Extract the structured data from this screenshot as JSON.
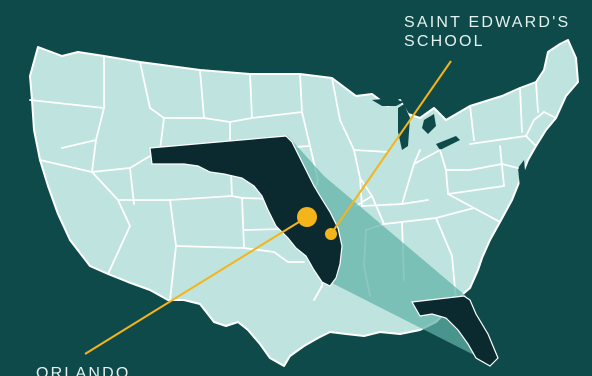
{
  "labels": {
    "school_line1": "SAINT EDWARD'S",
    "school_line2": "SCHOOL",
    "city": "ORLANDO"
  },
  "colors": {
    "ocean": "#0f4a4a",
    "land": "#bfe3df",
    "borders": "#ffffff",
    "florida_highlight": "#0b2a30",
    "projection": "#5fb3a8",
    "marker": "#f4b41a",
    "label_text": "#e3f1ef"
  },
  "markers": [
    {
      "name": "orlando",
      "size": "large"
    },
    {
      "name": "saint-edwards-school",
      "size": "small"
    }
  ]
}
